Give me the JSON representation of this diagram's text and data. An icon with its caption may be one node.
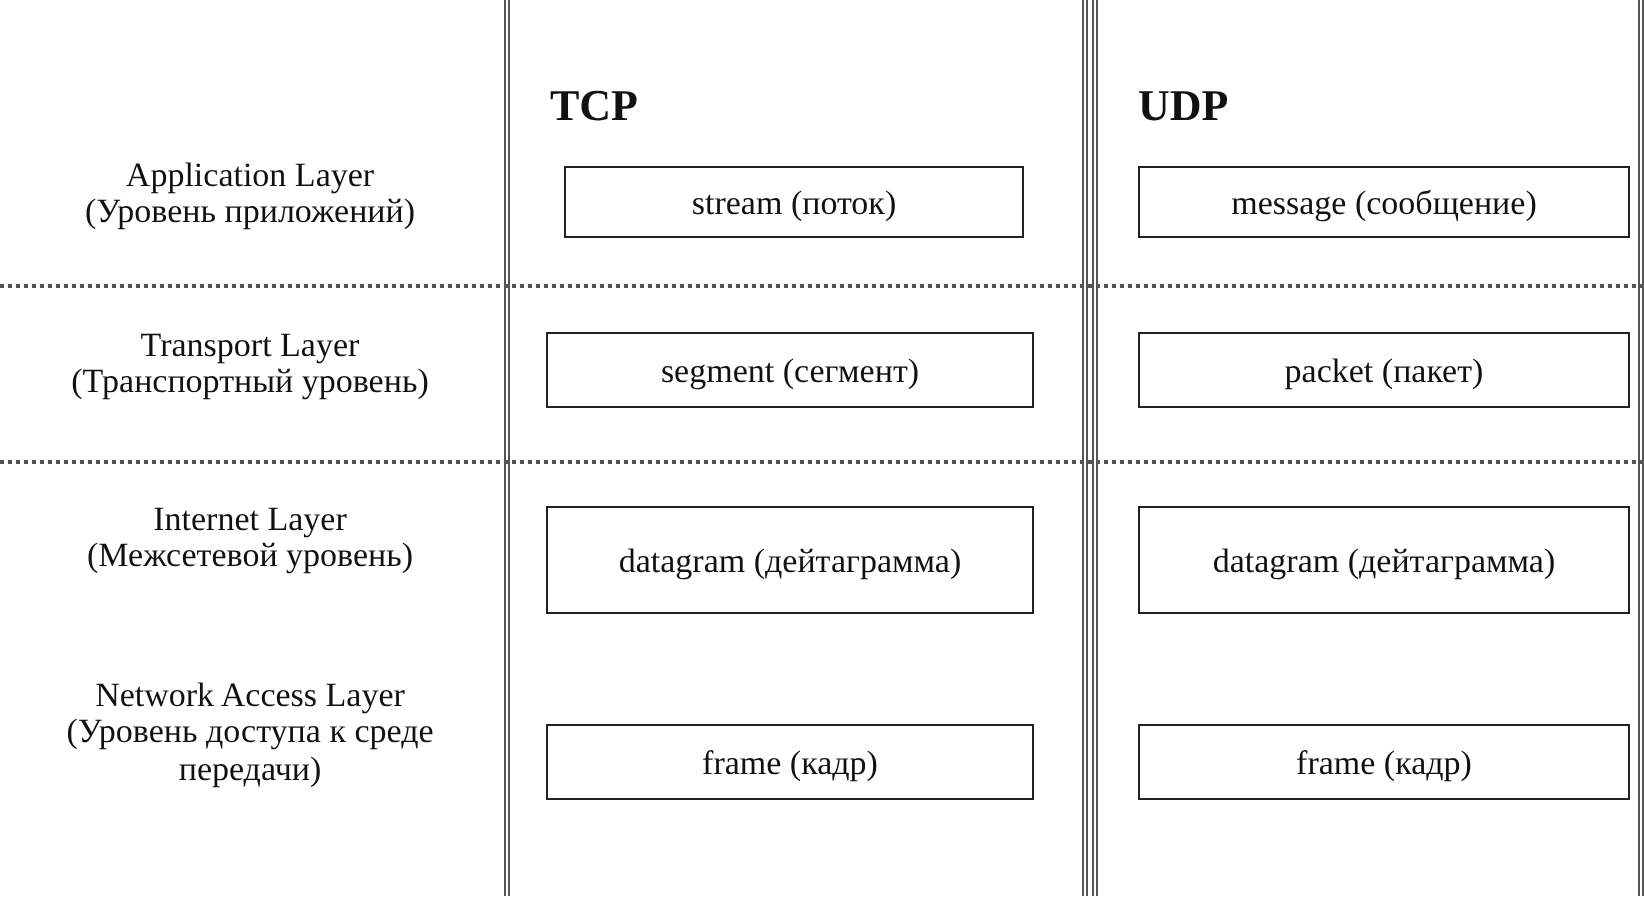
{
  "diagram": {
    "nodes": [
      {
        "text": [
          "TCP"
        ]
      },
      {
        "text": [
          "stream (поток)"
        ],
        "in": 0
      },
      {
        "text": [
          "segment (сегмент)"
        ],
        "in": 0
      },
      {
        "text": [
          "datagram (дейтаграмма)"
        ],
        "in": 0
      },
      {
        "text": [
          "frame (кадр)"
        ],
        "in": 0
      },
      {
        "text": [
          "UDP"
        ]
      },
      {
        "text": [
          "message (сообщение)"
        ],
        "in": 5
      },
      {
        "text": [
          "packet (пакет)"
        ],
        "in": 5
      },
      {
        "text": [
          "datagram (дейтаграмма)"
        ],
        "in": 5
      },
      {
        "text": [
          "frame (кадр)"
        ],
        "in": 5
      }
    ],
    "labels": [
      "Application Layer",
      "(Уровень приложений)",
      "Transport Layer",
      "(Транспортный уровень)",
      "Internet Layer",
      "(Межсетевой уровень)",
      "Network Access Layer",
      "(Уровень доступа к среде передачи)"
    ]
  }
}
